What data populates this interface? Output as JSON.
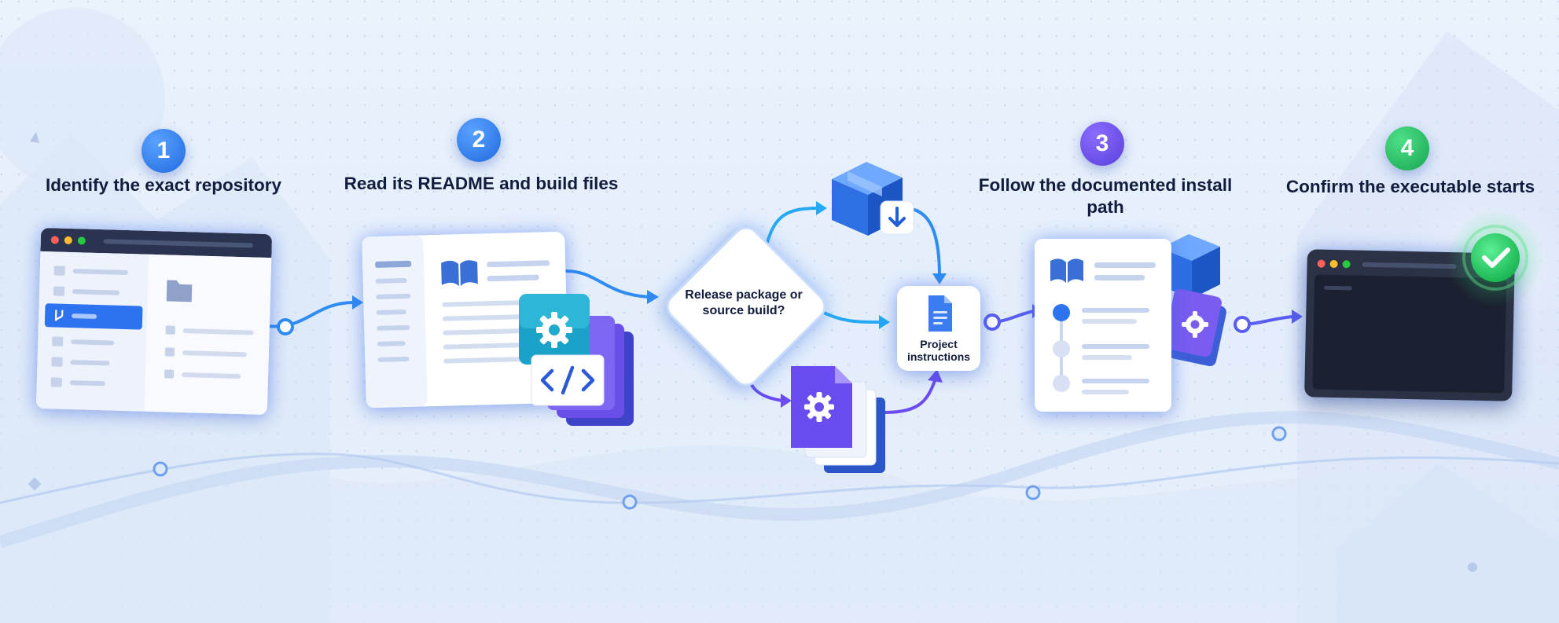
{
  "steps": [
    {
      "number": "1",
      "title": "Identify the exact repository"
    },
    {
      "number": "2",
      "title": "Read its README and build files"
    },
    {
      "number": "3",
      "title": "Follow the documented install path"
    },
    {
      "number": "4",
      "title": "Confirm the executable starts"
    }
  ],
  "decision": {
    "label": "Release package or source build?"
  },
  "merge": {
    "label": "Project instructions"
  },
  "icons": {
    "repository": "repository-window-icon",
    "readme": "book-icon",
    "build_files": "gear-and-code-icon",
    "release_package": "package-download-icon",
    "source_build": "gear-file-stack-icon",
    "instructions": "document-icon",
    "install_path": "install-checklist-icon",
    "executable": "terminal-window-icon",
    "success": "check-circle-icon"
  },
  "colors": {
    "accent_blue": "#2a7bf0",
    "accent_purple": "#6a4cf0",
    "success_green": "#22c25f",
    "title_text": "#121c3c",
    "background": "#e6eefb"
  }
}
